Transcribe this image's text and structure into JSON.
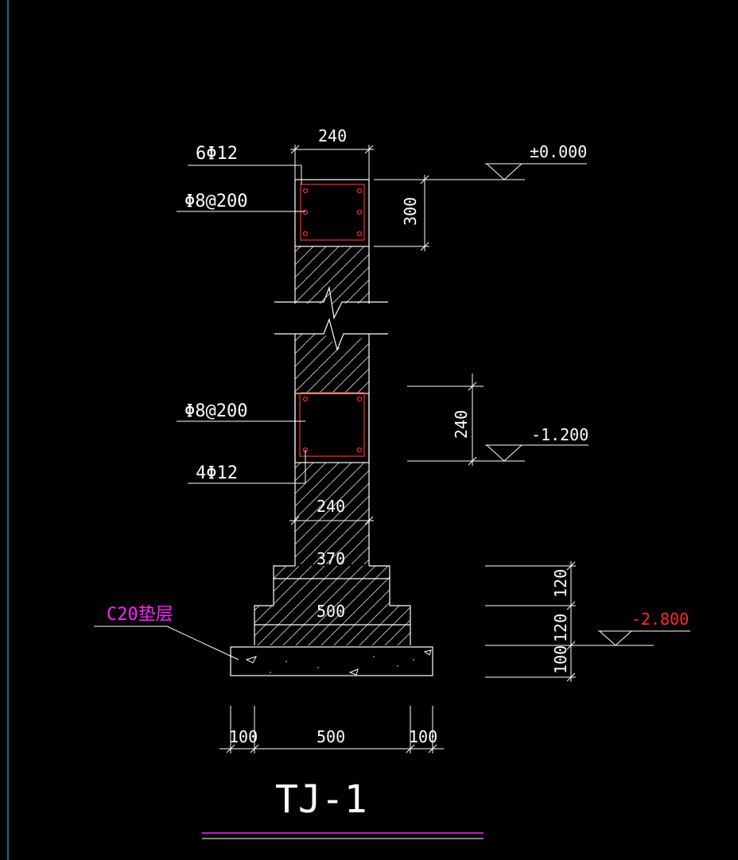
{
  "drawing": {
    "title": "TJ-1",
    "colors": {
      "background": "#000000",
      "lines": "#ffffff",
      "rebar": "#ff2a2a",
      "accent_magenta": "#ff22ff",
      "elevation_red": "#ff2a2a",
      "border_cyan": "#00c8d8"
    },
    "labels": {
      "top_bars": "6Φ12",
      "stirrup_top": "Φ8@200",
      "stirrup_bottom": "Φ8@200",
      "bottom_bars": "4Φ12",
      "cushion": "C20垫层"
    },
    "dimensions": {
      "top_width": "240",
      "top_beam_height": "300",
      "mid_beam_height": "240",
      "wall_width": "240",
      "step1_width": "370",
      "step2_width": "500",
      "step_height_1": "120",
      "step_height_2": "120",
      "cushion_height": "100",
      "bottom_left": "100",
      "bottom_center": "500",
      "bottom_right": "100"
    },
    "elevations": {
      "top": "±0.000",
      "middle": "-1.200",
      "bottom": "-2.800"
    }
  }
}
